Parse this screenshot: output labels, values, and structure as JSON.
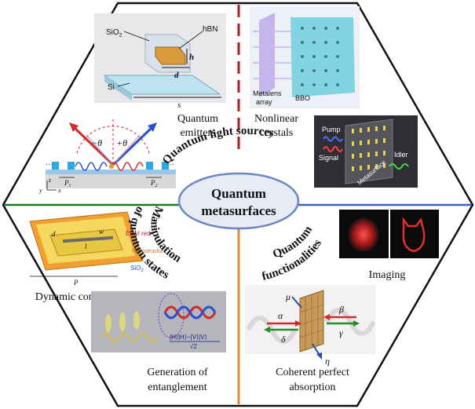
{
  "center": {
    "line1": "Quantum",
    "line2": "metasurfaces"
  },
  "arcs": {
    "light_sources": "Quantum light sources",
    "manipulation_1": "Manipulation",
    "manipulation_2": "of quantum states",
    "functionalities_1": "Quantum",
    "functionalities_2": "functionalities"
  },
  "panels": {
    "emitters": {
      "label_1": "Quantum",
      "label_2": "emitters",
      "sio2": "SiO",
      "sio2_sub": "2",
      "hbn": "hBN",
      "h": "h",
      "d": "d",
      "s": "s",
      "si": "Si"
    },
    "nonlinear": {
      "label_1": "Nonlinear",
      "label_2": "crystals",
      "metalens_1": "Metalens",
      "metalens_2": "array",
      "bbo": "BBO"
    },
    "spdc": {
      "pump": "Pump",
      "signal": "Signal",
      "idler": "Idler",
      "metasurface": "Metasurface"
    },
    "angles": {
      "minus_theta": "−θ",
      "plus_theta": "+θ",
      "p1": "P",
      "p1_sub": "1",
      "p2": "P",
      "p2_sub": "2",
      "z": "z",
      "y": "y",
      "x": "x"
    },
    "dynamic": {
      "label": "Dynamic control",
      "d": "d",
      "l": "l",
      "w": "w",
      "p": "P",
      "ethyl": "Ethyl red",
      "nano": "Nanostructure",
      "sio2": "SiO",
      "sio2_sub": "2"
    },
    "entangle": {
      "label_1": "Generation of",
      "label_2": "entanglement",
      "formula_top": "|H⟩|H⟩−|V⟩|V⟩",
      "formula_bottom": "√2"
    },
    "imaging": {
      "label": "Imaging"
    },
    "cpa": {
      "label_1": "Coherent perfect",
      "label_2": "absorption",
      "mu": "μ",
      "alpha": "α",
      "delta": "δ",
      "eta": "η",
      "beta": "β",
      "gamma": "γ"
    }
  },
  "colors": {
    "red_divider": "#b01e23",
    "green_divider": "#1e7a1e",
    "blue_divider": "#3a5fc8",
    "orange_divider": "#e08a2c",
    "arc_red": "#c0202a",
    "arc_green": "#1f7a1f",
    "arc_blue": "#2a3fb0",
    "center_fill": "#e6ebf5",
    "center_stroke": "#6f86c2"
  }
}
